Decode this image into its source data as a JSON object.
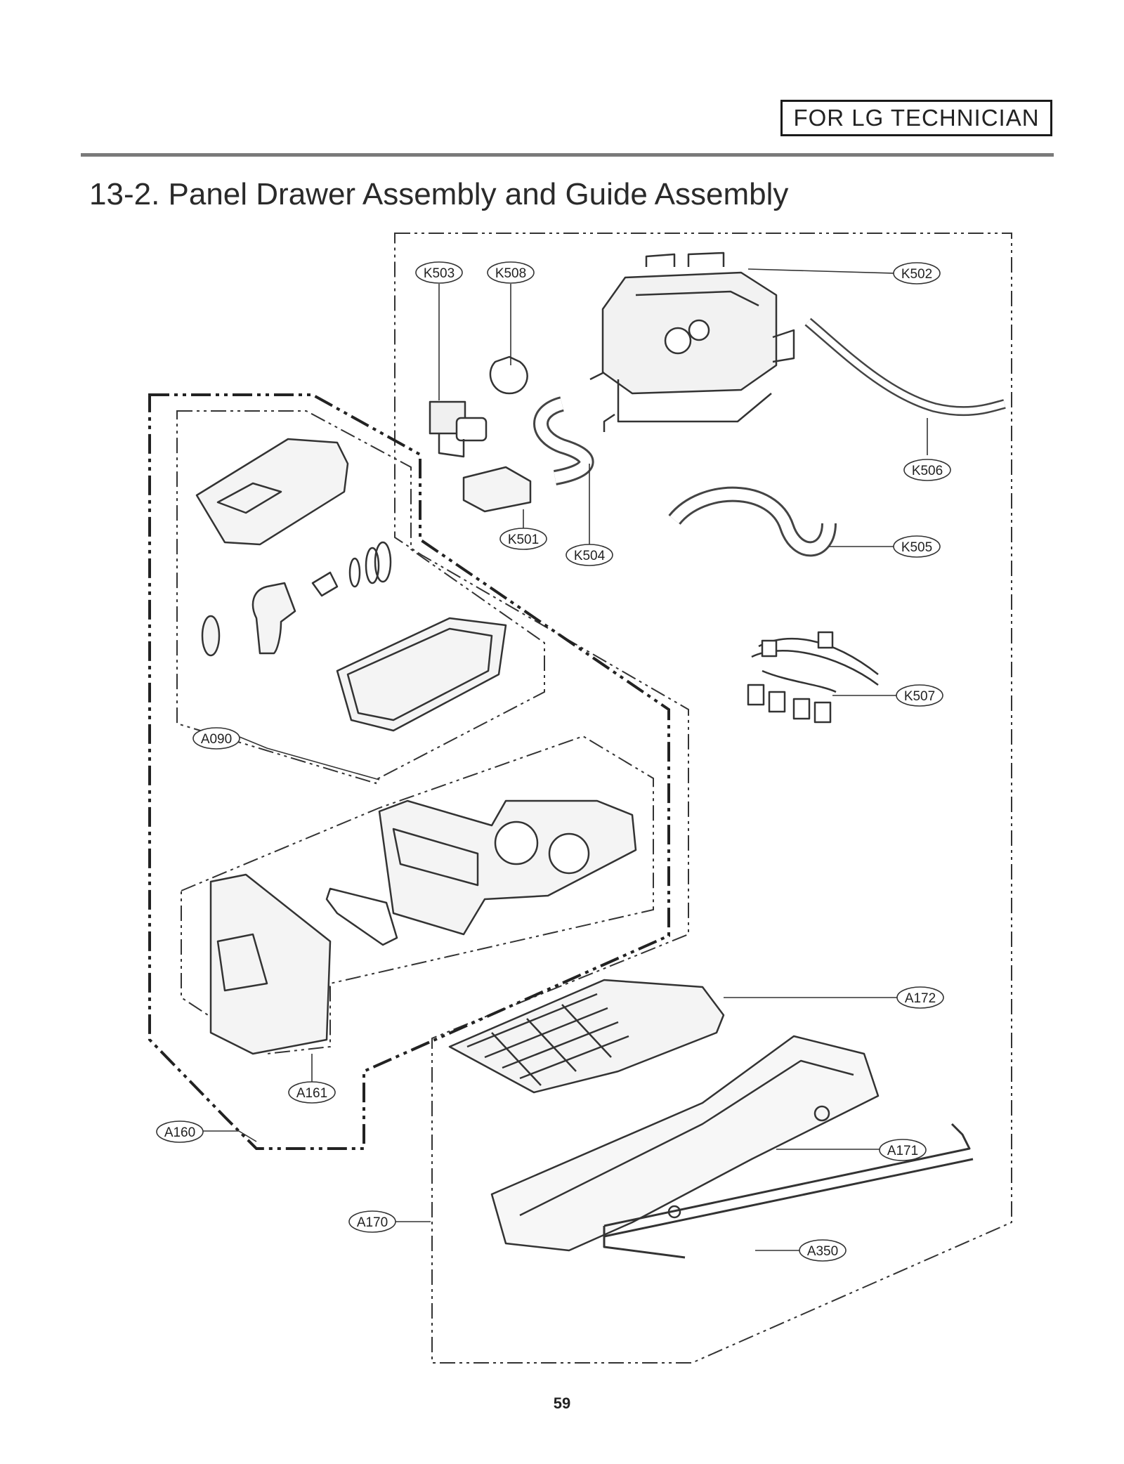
{
  "header": {
    "badge": "FOR LG TECHNICIAN",
    "title": "13-2. Panel Drawer Assembly and Guide Assembly"
  },
  "page_number": "59",
  "parts": {
    "K503": "K503",
    "K508": "K508",
    "K502": "K502",
    "K506": "K506",
    "K501": "K501",
    "K504": "K504",
    "K505": "K505",
    "K507": "K507",
    "A090": "A090",
    "A172": "A172",
    "A161": "A161",
    "A160": "A160",
    "A171": "A171",
    "A170": "A170",
    "A350": "A350"
  }
}
